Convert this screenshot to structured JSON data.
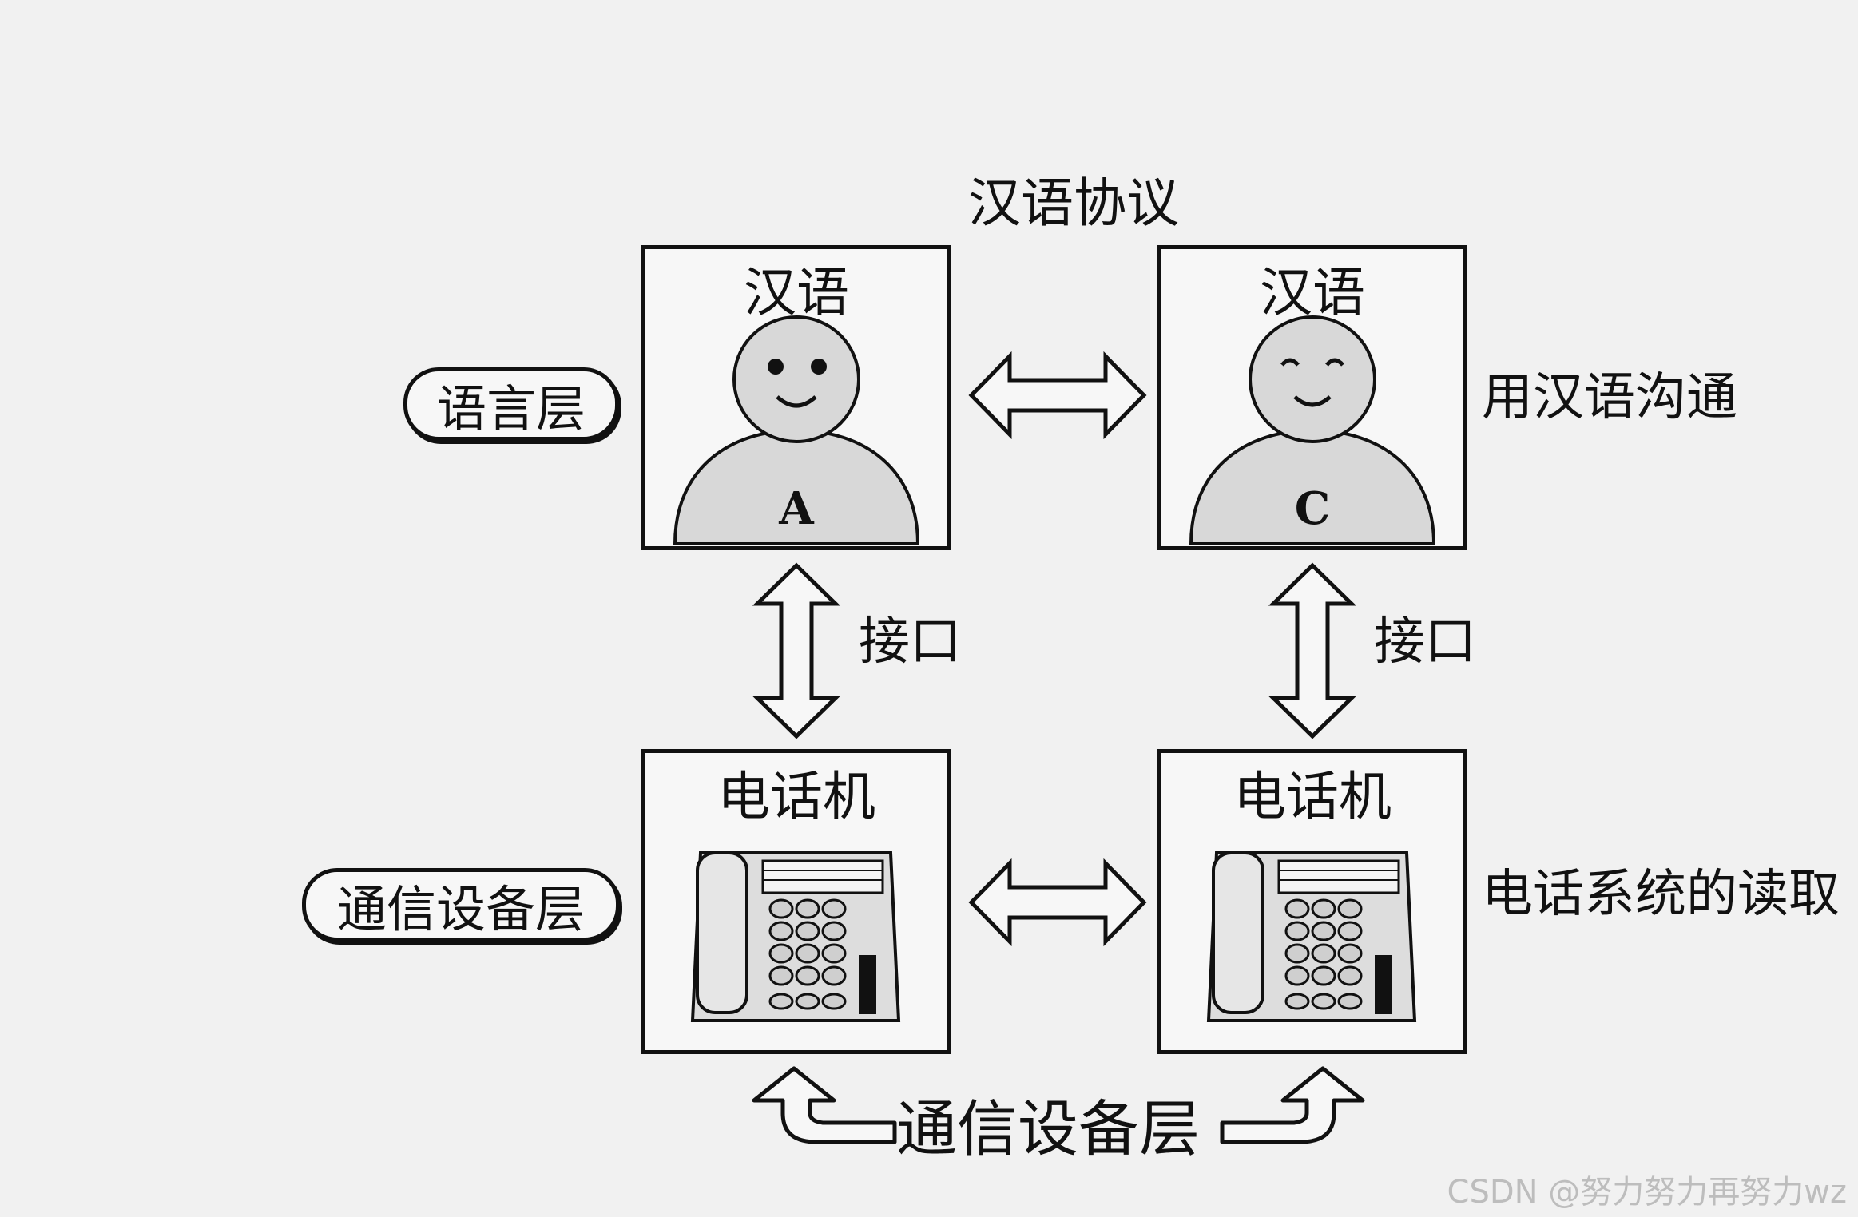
{
  "protocol_label": "汉语协议",
  "layers": {
    "language": "语言层",
    "communication": "通信设备层",
    "communication_bottom": "通信设备层"
  },
  "boxes": {
    "top_left": {
      "title": "汉语",
      "person": "A"
    },
    "top_right": {
      "title": "汉语",
      "person": "C"
    },
    "bottom_left": {
      "title": "电话机"
    },
    "bottom_right": {
      "title": "电话机"
    }
  },
  "interface_left": "接口",
  "interface_right": "接口",
  "right_labels": {
    "top": "用汉语沟通",
    "bottom": "电话系统的读取"
  },
  "watermark": "CSDN @努力努力再努力wz"
}
